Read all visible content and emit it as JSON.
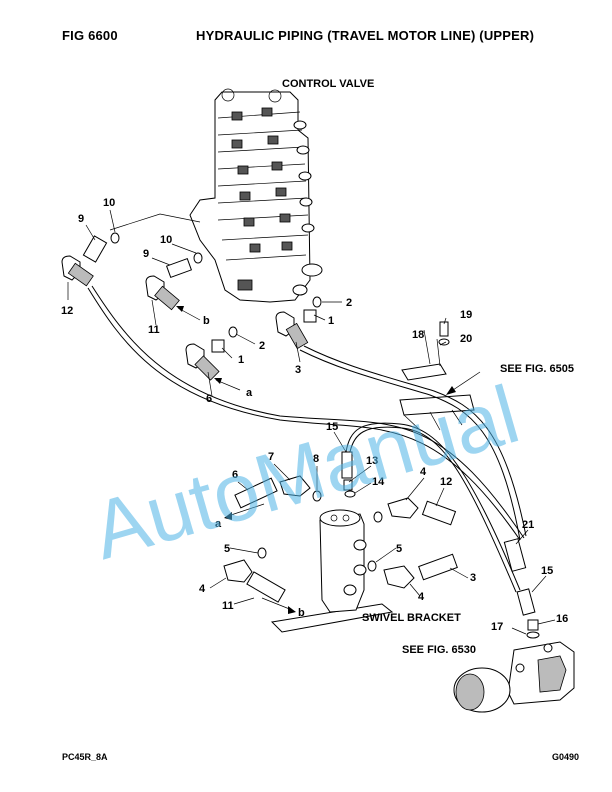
{
  "header": {
    "fig_label": "FIG    6600",
    "title": "HYDRAULIC PIPING (TRAVEL MOTOR LINE) (UPPER)"
  },
  "footer": {
    "left_code": "PC45R_8A",
    "right_code": "G0490"
  },
  "captions": {
    "control_valve": "CONTROL VALVE",
    "see_fig_6505": "SEE FIG. 6505",
    "swivel_bracket": "SWIVEL BRACKET",
    "see_fig_6530": "SEE FIG. 6530"
  },
  "watermark": "AutoManual",
  "callouts": {
    "c1": "1",
    "c2": "2",
    "c3": "3",
    "c4": "4",
    "c5": "5",
    "c6": "6",
    "c7": "7",
    "c8": "8",
    "c9": "9",
    "c10": "10",
    "c11": "11",
    "c12": "12",
    "c13": "13",
    "c14": "14",
    "c15": "15",
    "c16": "16",
    "c17": "17",
    "c18": "18",
    "c19": "19",
    "c20": "20",
    "c21": "21",
    "ca": "a",
    "cb": "b"
  },
  "colors": {
    "watermark": "#4db3e6",
    "ink": "#000000"
  }
}
